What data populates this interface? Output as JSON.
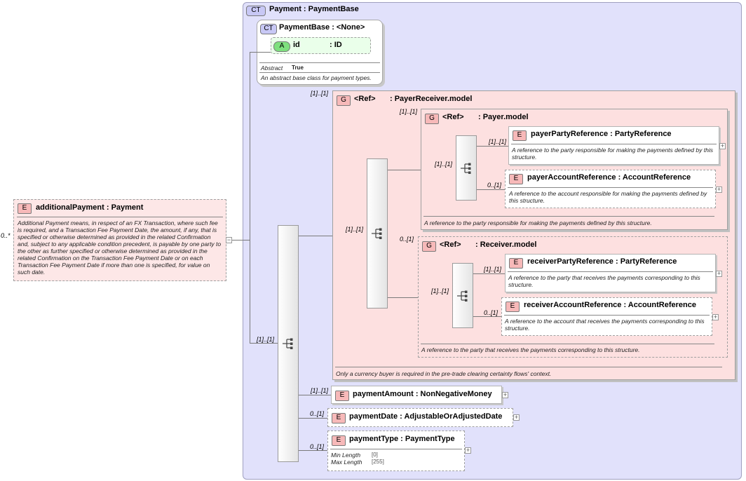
{
  "root": {
    "badge": "E",
    "title": "additionalPayment : Payment",
    "cardinality": "0..*",
    "description": "Additional Payment means, in respect of an FX Transaction, where such fee is required, and a Transaction Fee Payment Date, the amount, if any, that is specified or otherwise determined as provided in the related Confirmation and, subject to any applicable condition precedent, is payable by one party to the other as further specified or otherwise determined as provided in the related Confirmation on the Transaction Fee Payment Date or on each Transaction Fee Payment Date if more than one is specified, for value on such date."
  },
  "payment_type": {
    "badge": "CT",
    "title": "Payment : PaymentBase"
  },
  "payment_base": {
    "badge": "CT",
    "title": "PaymentBase : <None>",
    "attr_badge": "A",
    "attr_name": "id",
    "attr_type": ": ID",
    "abstract_label": "Abstract",
    "abstract_value": "True",
    "description": "An abstract base class for payment types."
  },
  "main_sequence": {
    "cardinality": "[1]..[1]"
  },
  "payer_receiver": {
    "badge": "G",
    "ref": "<Ref>",
    "title": ": PayerReceiver.model",
    "cardinality": "[1]..[1]",
    "seq_cardinality": "[1]..[1]",
    "description": "Only a currency buyer is required in the pre-trade clearing certainty flows' context."
  },
  "payer_model": {
    "badge": "G",
    "ref": "<Ref>",
    "title": ": Payer.model",
    "cardinality": "[1]..[1]",
    "seq_cardinality": "[1]..[1]",
    "description": "A reference to the party responsible for making the payments defined by this structure.",
    "items": [
      {
        "badge": "E",
        "title": "payerPartyReference : PartyReference",
        "cardinality": "[1]..[1]",
        "description": "A reference to the party responsible for making the payments defined by this structure."
      },
      {
        "badge": "E",
        "title": "payerAccountReference : AccountReference",
        "cardinality": "0..[1]",
        "description": "A reference to the account responsible for making the payments defined by this structure."
      }
    ]
  },
  "receiver_model": {
    "badge": "G",
    "ref": "<Ref>",
    "title": ": Receiver.model",
    "cardinality": "0..[1]",
    "seq_cardinality": "[1]..[1]",
    "description": "A reference to the party that receives the payments corresponding to this structure.",
    "items": [
      {
        "badge": "E",
        "title": "receiverPartyReference : PartyReference",
        "cardinality": "[1]..[1]",
        "description": "A reference to the party that receives the payments corresponding to this structure."
      },
      {
        "badge": "E",
        "title": "receiverAccountReference : AccountReference",
        "cardinality": "0..[1]",
        "description": "A reference to the account that receives the payments corresponding to this structure."
      }
    ]
  },
  "payment_amount": {
    "badge": "E",
    "title": "paymentAmount : NonNegativeMoney",
    "cardinality": "[1]..[1]"
  },
  "payment_date": {
    "badge": "E",
    "title": "paymentDate : AdjustableOrAdjustedDate",
    "cardinality": "0..[1]"
  },
  "payment_type_el": {
    "badge": "E",
    "title": "paymentType : PaymentType",
    "cardinality": "0..[1]",
    "min_label": "Min Length",
    "min_value": "[0]",
    "max_label": "Max Length",
    "max_value": "[255]"
  },
  "expander_symbol": "+",
  "collapse_symbol": "−"
}
